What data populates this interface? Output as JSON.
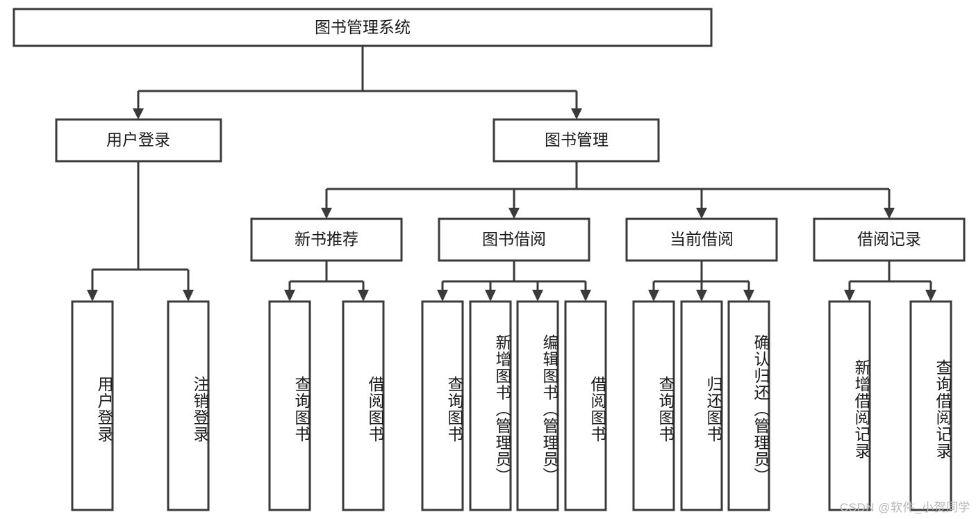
{
  "diagram": {
    "title": "图书管理系统",
    "watermark": "CSDN @软件_小贺同学",
    "levels": {
      "root": {
        "label": "图书管理系统"
      },
      "level2": [
        {
          "label": "用户登录"
        },
        {
          "label": "图书管理"
        }
      ],
      "level3": [
        {
          "label": "新书推荐"
        },
        {
          "label": "图书借阅"
        },
        {
          "label": "当前借阅"
        },
        {
          "label": "借阅记录"
        }
      ],
      "leaves": [
        {
          "label": "用户登录",
          "parent": "用户登录"
        },
        {
          "label": "注销登录",
          "parent": "用户登录"
        },
        {
          "label": "查询图书",
          "parent": "新书推荐"
        },
        {
          "label": "借阅图书",
          "parent": "新书推荐"
        },
        {
          "label": "查询图书",
          "parent": "图书借阅"
        },
        {
          "label": "新增图书（管理员）",
          "parent": "图书借阅"
        },
        {
          "label": "编辑图书（管理员）",
          "parent": "图书借阅"
        },
        {
          "label": "借阅图书",
          "parent": "图书借阅"
        },
        {
          "label": "查询图书",
          "parent": "当前借阅"
        },
        {
          "label": "归还图书",
          "parent": "当前借阅"
        },
        {
          "label": "确认归还（管理员）",
          "parent": "当前借阅"
        },
        {
          "label": "新增借阅记录",
          "parent": "借阅记录"
        },
        {
          "label": "查询借阅记录",
          "parent": "借阅记录"
        }
      ]
    },
    "colors": {
      "stroke": "#3a3a3a",
      "fill": "#ffffff",
      "text": "#1a1a1a",
      "watermark": "#b8b8b8"
    }
  }
}
